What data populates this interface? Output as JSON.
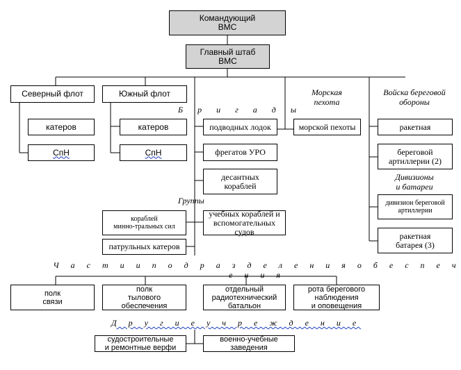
{
  "top": {
    "commander": "Командующий\nВМС",
    "main_staff": "Главный штаб\nВМС"
  },
  "fleets": {
    "north": "Северный флот",
    "south": "Южный флот"
  },
  "fleet_units": {
    "north_boats": "катеров",
    "north_spn": "СпН",
    "south_boats": "катеров",
    "south_spn": "СпН"
  },
  "labels": {
    "brigades": "Б р и г а д ы",
    "groups": "Группы",
    "marines": "Морская\nпехота",
    "coastal": "Войска береговой\nобороны",
    "divisions": "Дивизионы\nи батареи",
    "support": "Ч а с т и   и   п о д р а з д е л е н и я   о б е с п е ч е н и я",
    "other": "Д р у г и е   у ч р е ж д е н и е"
  },
  "brigades": {
    "submarine": "подводных лодок",
    "frigates": "фрегатов УРО",
    "landing": "десантных\nкораблей",
    "marines": "морской пехоты"
  },
  "groups": {
    "mine": "кораблей\nминно-тральных сил",
    "patrol": "патрульных катеров",
    "training": "учебных кораблей и\nвспомогательных\nсудов"
  },
  "coastal": {
    "missile": "ракетная",
    "artillery": "береговой\nартиллерии (2)",
    "artillery_div": "дивизион береговой\nартиллерии",
    "battery": "ракетная\nбатарея (3)"
  },
  "support": {
    "signal": "полк\nсвязи",
    "rear": "полк\nтылового\nобеспечения",
    "radio": "отдельный\nрадиотехнический\nбатальон",
    "observation": "рота берегового\nнаблюдения\nи оповещения"
  },
  "other": {
    "shipyards": "судостроительные\nи ремонтные верфи",
    "schools": "военно-учебные\nзаведения"
  }
}
